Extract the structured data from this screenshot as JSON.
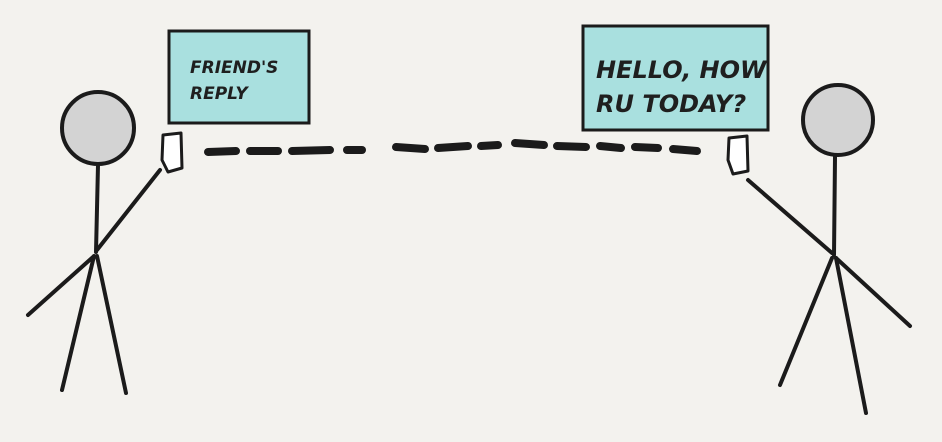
{
  "left_sign": {
    "lines": [
      "FRIEND'S",
      "REPLY"
    ]
  },
  "right_sign": {
    "lines": [
      "HELLO, HOW",
      "RU TODAY?"
    ]
  },
  "colors": {
    "background": "#f3f2ee",
    "sign_fill": "#a9e0df",
    "ink": "#1b1b1b",
    "head_fill": "#d3d3d3"
  }
}
